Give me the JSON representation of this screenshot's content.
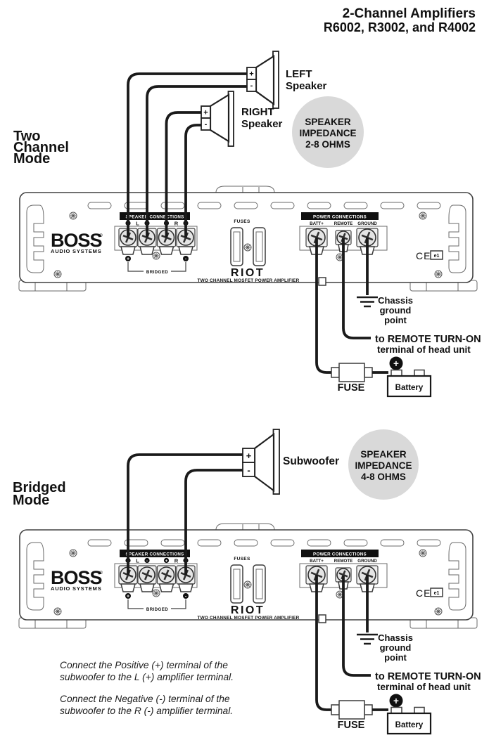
{
  "header": {
    "title_line1": "2-Channel Amplifiers",
    "title_line2": "R6002, R3002, and R4002"
  },
  "two_channel": {
    "mode_line1": "Two",
    "mode_line2": "Channel",
    "mode_line3": "Mode",
    "left_speaker_line1": "LEFT",
    "left_speaker_line2": "Speaker",
    "left_plus": "+",
    "left_minus": "-",
    "right_speaker_line1": "RIGHT",
    "right_speaker_line2": "Speaker",
    "right_plus": "+",
    "right_minus": "-",
    "impedance_line1": "SPEAKER",
    "impedance_line2": "IMPEDANCE",
    "impedance_line3": "2-8 OHMS"
  },
  "bridged_mode": {
    "mode_line1": "Bridged",
    "mode_line2": "Mode",
    "subwoofer_label": "Subwoofer",
    "sub_plus": "+",
    "sub_minus": "-",
    "impedance_line1": "SPEAKER",
    "impedance_line2": "IMPEDANCE",
    "impedance_line3": "4-8 OHMS",
    "instr1_line1": "Connect the Positive (+) terminal of the",
    "instr1_line2": "subwoofer to the L (+) amplifier terminal.",
    "instr2_line1": "Connect the Negative (-) terminal of the",
    "instr2_line2": "subwoofer to the R (-) amplifier terminal."
  },
  "amp": {
    "brand": "BOSS",
    "brand_reg": "®",
    "brand_sub": "AUDIO SYSTEMS",
    "speaker_bar": "SPEAKER CONNECTIONS",
    "t1_sign": "+",
    "l_label": "L",
    "t2_sign": "-",
    "t3_sign": "+",
    "r_label": "R",
    "t4_sign": "-",
    "bridged_plus": "+",
    "bridged_minus": "-",
    "bridged_label": "BRIDGED",
    "fuses_label": "FUSES",
    "logo": "RIOT",
    "model_line": "TWO CHANNEL MOSFET POWER AMPLIFIER",
    "power_bar": "POWER CONNECTIONS",
    "batt_label": "BATT+",
    "remote_label": "REMOTE",
    "ground_label": "GROUND",
    "ce": "CE",
    "ce_code": "e1",
    "chassis_line1": "Chassis",
    "chassis_line2": "ground",
    "chassis_line3": "point",
    "remote_note_line1": "to REMOTE TURN-ON",
    "remote_note_line2": "terminal of head unit",
    "fuse_label": "FUSE",
    "battery_label": "Battery",
    "battery_plus": "+"
  },
  "colors": {
    "wire": "#1a1a1a",
    "badge_bg": "#d9d9d9",
    "bar_bg": "#101010"
  }
}
